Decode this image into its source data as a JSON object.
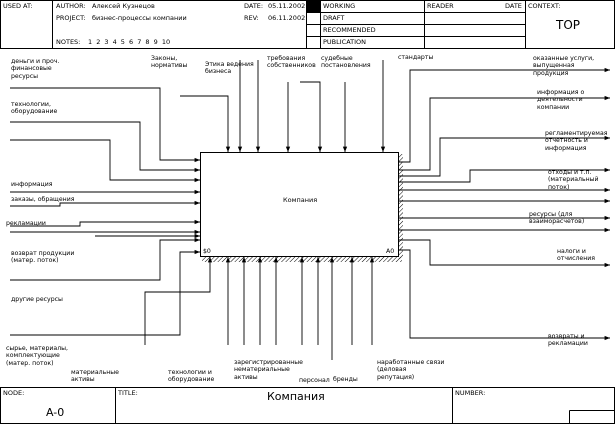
{
  "header": {
    "used_at": "USED AT:",
    "author_label": "AUTHOR:",
    "author": "Алексей Кузнецов",
    "project_label": "PROJECT:",
    "project": "бизнес-процессы компании",
    "date_label": "DATE:",
    "date": "05.11.2002",
    "rev_label": "REV:",
    "rev": "06.11.2002",
    "notes_label": "NOTES:",
    "notes": "1 2 3 4 5 6 7 8 9 10",
    "status": [
      "WORKING",
      "DRAFT",
      "RECOMMENDED",
      "PUBLICATION"
    ],
    "reader_label": "READER",
    "reader_date_label": "DATE",
    "context_label": "CONTEXT:",
    "context_value": "TOP"
  },
  "footer": {
    "node_label": "NODE:",
    "node_value": "A-0",
    "title_label": "TITLE:",
    "title_value": "Компания",
    "number_label": "NUMBER:"
  },
  "diagram": {
    "box_title": "Компания",
    "box_cost": "$0",
    "box_number": "A0",
    "inputs": [
      "деньги и проч.\nфинансовые\nресурсы",
      "технологии,\nоборудование",
      "информация",
      "заказы, обращения",
      "рекламации",
      "возврат продукции\n(матер. поток)",
      "другие ресурсы",
      "сырье, материалы,\nкомплектующие\n(матер. поток)"
    ],
    "controls": [
      "Законы,\nнормативы",
      "Этика ведения\nбизнеса",
      "требования\nсобственников",
      "судебные\nпостановления",
      "стандарты"
    ],
    "outputs": [
      "оказанные услуги,\nвыпущенная\nпродукция",
      "информация о\nдеятельности\nкомпании",
      "регламентируемая\nотчетность и\nинформация",
      "отходы и т.п.\n(материальный\nпоток)",
      "ресурсы (для\nвзаиморасчетов)",
      "налоги и\nотчисления",
      "возвраты и\nрекламации"
    ],
    "mechanisms": [
      "материальные\nактивы",
      "технологии и\nоборудование",
      "зарегистрированные\nнематериальные\nактивы",
      "персонал",
      "бренды",
      "наработанные связи\n(деловая\nрепутация)"
    ]
  }
}
